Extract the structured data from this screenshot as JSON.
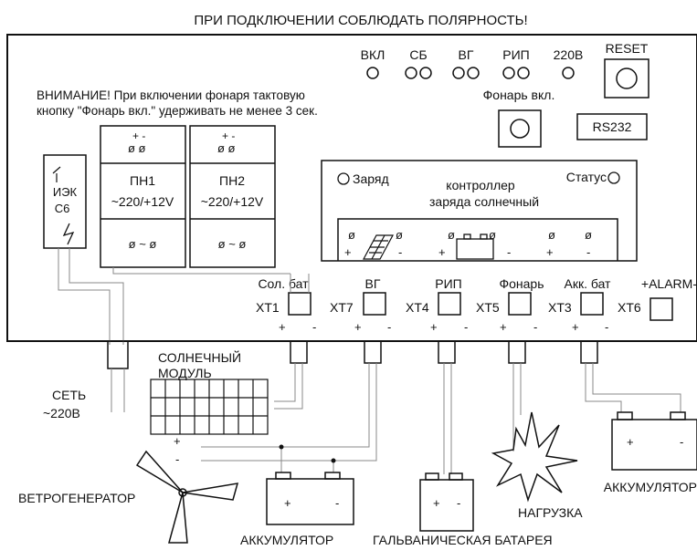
{
  "header": {
    "warning": "ПРИ ПОДКЛЮЧЕНИИ СОБЛЮДАТЬ ПОЛЯРНОСТЬ!"
  },
  "panel": {
    "indicators": {
      "vkl": "ВКЛ",
      "sb": "СБ",
      "vg": "ВГ",
      "rip": "РИП",
      "v220": "220В"
    },
    "reset_label": "RESET",
    "lamp_label": "Фонарь вкл.",
    "rs232_label": "RS232",
    "notice_line1": "ВНИМАНИЕ! При включении фонаря тактовую",
    "notice_line2": "кнопку \"Фонарь вкл.\" удерживать не менее 3 сек."
  },
  "breaker": {
    "line1": "ИЭК",
    "line2": "С6"
  },
  "converters": [
    {
      "name": "ПН1",
      "rating": "~220/+12V",
      "bottom": "ø ~ ø",
      "top_polarity": "+   -",
      "top_terminals": "ø  ø"
    },
    {
      "name": "ПН2",
      "rating": "~220/+12V",
      "bottom": "ø ~ ø",
      "top_polarity": "+   -",
      "top_terminals": "ø  ø"
    }
  ],
  "controller": {
    "charge_label": "Заряд",
    "status_label": "Статус",
    "title_line1": "контроллер",
    "title_line2": "заряда солнечный"
  },
  "terminals": [
    {
      "id": "XT1",
      "label": "Сол. бат"
    },
    {
      "id": "XT7",
      "label": "ВГ"
    },
    {
      "id": "XT4",
      "label": "РИП"
    },
    {
      "id": "XT5",
      "label": "Фонарь"
    },
    {
      "id": "XT3",
      "label": "Акк. бат"
    },
    {
      "id": "XT6",
      "label": "+ALARM-"
    }
  ],
  "external": {
    "mains_line1": "СЕТЬ",
    "mains_line2": "~220В",
    "solar_line1": "СОЛНЕЧНЫЙ",
    "solar_line2": "МОДУЛЬ",
    "wind": "ВЕТРОГЕНЕРАТОР",
    "battery_left": "АККУМУЛЯТОР",
    "battery_galvanic": "ГАЛЬВАНИЧЕСКАЯ БАТАРЕЯ",
    "load": "НАГРУЗКА",
    "battery_right": "АККУМУЛЯТОР"
  },
  "colors": {
    "line": "#111111",
    "wire": "#888888",
    "background": "#ffffff"
  }
}
